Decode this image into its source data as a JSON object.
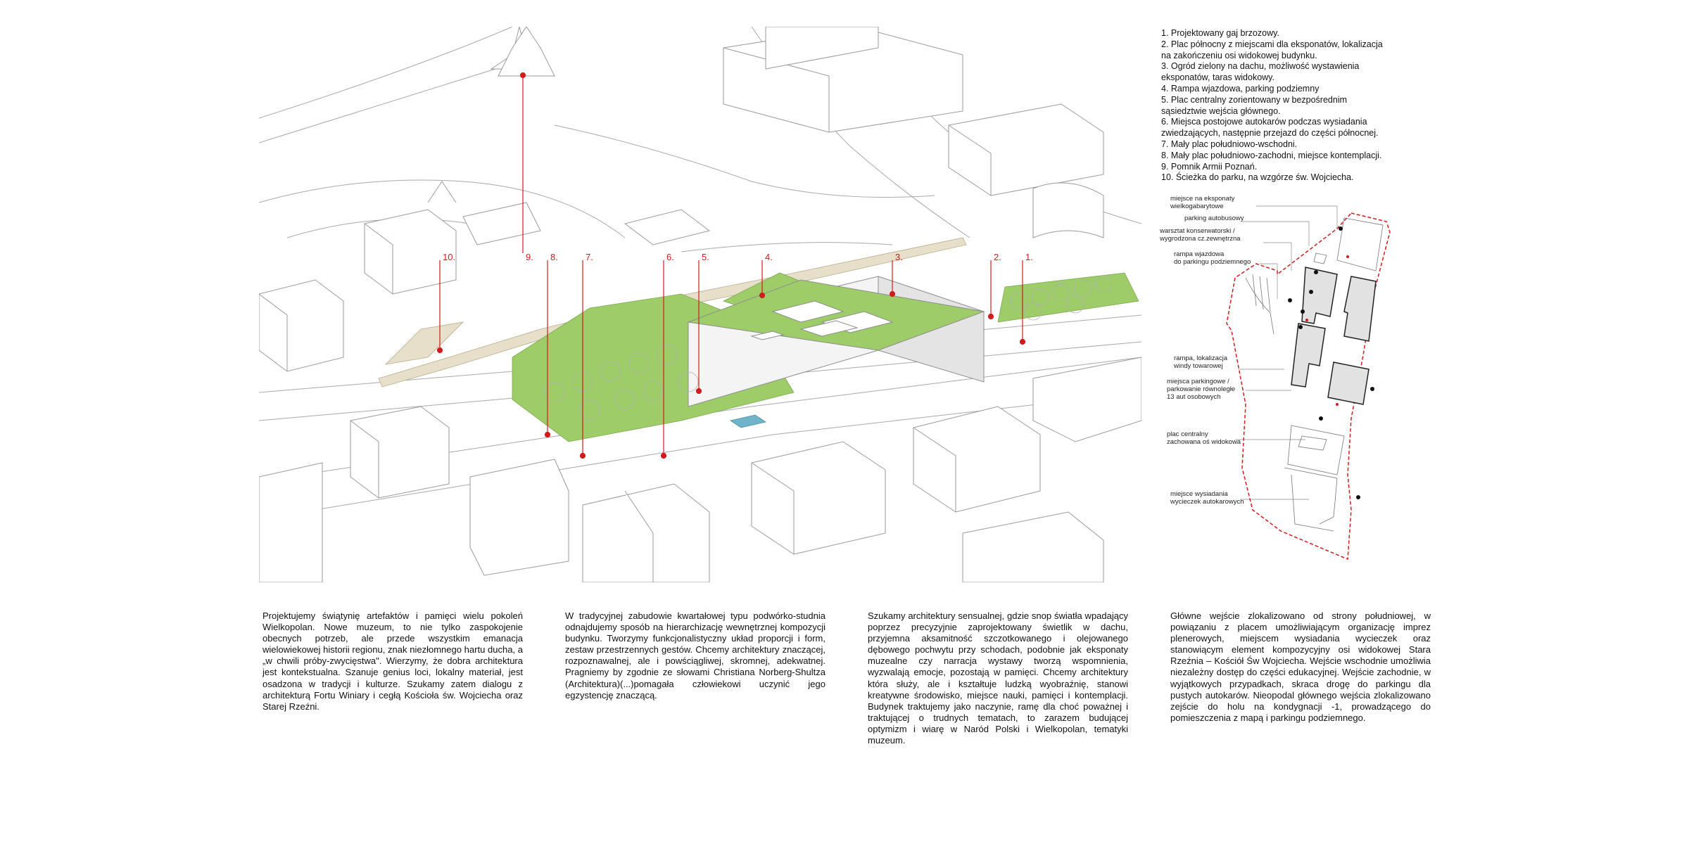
{
  "axo_labels": [
    "10.",
    "9.",
    "8.",
    "7.",
    "6.",
    "5.",
    "4.",
    "3.",
    "2.",
    "1."
  ],
  "legend": [
    "1. Projektowany gaj brzozowy.",
    "2. Plac północny z miejscami dla eksponatów, lokalizacja na zakończeniu osi widokowej budynku.",
    "3. Ogród zielony na dachu, możliwość wystawienia eksponatów, taras widokowy.",
    "4. Rampa wjazdowa, parking podziemny",
    "5. Plac centralny zorientowany w bezpośrednim sąsiedztwie wejścia głównego.",
    "6. Miejsca postojowe autokarów podczas wysiadania zwiedzających, następnie przejazd do części północnej.",
    "7. Mały plac południowo-wschodni.",
    "8. Mały plac południowo-zachodni, miejsce kontemplacji.",
    "9. Pomnik Armii Poznań.",
    "10. Ścieżka do parku, na wzgórze św. Wojciecha."
  ],
  "siteplan_labels": {
    "exhibits": [
      "miejsce na eksponaty",
      "wielkogabarytowe"
    ],
    "bus_parking": [
      "parking autobusowy"
    ],
    "workshop": [
      "warsztat konserwatorski /",
      "wygrodzona cz.zewnętrzna"
    ],
    "ramp_in": [
      "rampa wjazdowa",
      "do parkingu podziemnego"
    ],
    "ramp_lift": [
      "rampa, lokalizacja",
      "windy towarowej"
    ],
    "parking_spaces": [
      "miejsca parkingowe /",
      "parkowanie równoległe",
      "13 aut osobowych"
    ],
    "central_square": [
      "plac centralny",
      "zachowana oś widokowa"
    ],
    "bus_dropoff": [
      "miejsce wysiadania",
      "wycieczek autokarowych"
    ]
  },
  "texts": [
    "Projektujemy świątynię artefaktów i pamięci wielu pokoleń Wielkopolan. Nowe muzeum, to nie tylko zaspokojenie obecnych potrzeb, ale przede wszystkim emanacja wielowiekowej historii regionu, znak niezłomnego hartu ducha, a „w chwili próby-zwycięstwa\". Wierzymy, że dobra architektura jest kontekstualna. Szanuje genius loci, lokalny materiał, jest osadzona w tradycji i kulturze. Szukamy zatem dialogu z architekturą Fortu Winiary i cegłą Kościoła św. Wojciecha oraz Starej Rzeźni.",
    "W tradycyjnej zabudowie kwartałowej typu podwórko-studnia odnajdujemy sposób na hierarchizację wewnętrznej kompozycji budynku. Tworzymy funkcjonalistyczny układ proporcji i form, zestaw przestrzennych gestów. Chcemy architektury znaczącej, rozpoznawalnej, ale i powściągliwej, skromnej, adekwatnej. Pragniemy by zgodnie ze słowami Christiana Norberg-Shultza (Architektura)(...)pomagała człowiekowi uczynić jego egzystencję znaczącą.",
    "Szukamy architektury sensualnej, gdzie snop światła wpadający poprzez precyzyjnie zaprojektowany świetlik w dachu, przyjemna aksamitność szczotkowanego i olejowanego dębowego pochwytu przy schodach, podobnie jak eksponaty muzealne czy narracja wystawy tworzą wspomnienia, wyzwalają emocje, pozostają w pamięci. Chcemy architektury która służy, ale i kształtuje ludzką wyobraźnię, stanowi kreatywne środowisko, miejsce nauki, pamięci i kontemplacji. Budynek traktujemy jako naczynie, ramę dla choć poważnej i traktującej o trudnych tematach, to zarazem budującej optymizm i wiarę w Naród Polski i Wielkopolan, tematyki muzeum.",
    "Główne wejście zlokalizowano od strony południowej, w powiązaniu z placem umożliwiającym organizację imprez plenerowych, miejscem wysiadania wycieczek oraz stanowiącym element kompozycyjny osi widokowej Stara Rzeźnia – Kościół Św Wojciecha. Wejście wschodnie umożliwia niezależny dostęp do części edukacyjnej. Wejście zachodnie, w wyjątkowych przypadkach, skraca drogę do parkingu dla pustych autokarów. Nieopodal głównego wejścia zlokalizowano zejście do holu na kondygnacji -1, prowadzącego do pomieszczenia z mapą i parkingu podziemnego."
  ],
  "colors": {
    "green": "#9dcc68",
    "paving": "#e7dfc9",
    "marker": "#d01c1c",
    "line": "#9a9a9a",
    "water": "#6fb4c8"
  }
}
